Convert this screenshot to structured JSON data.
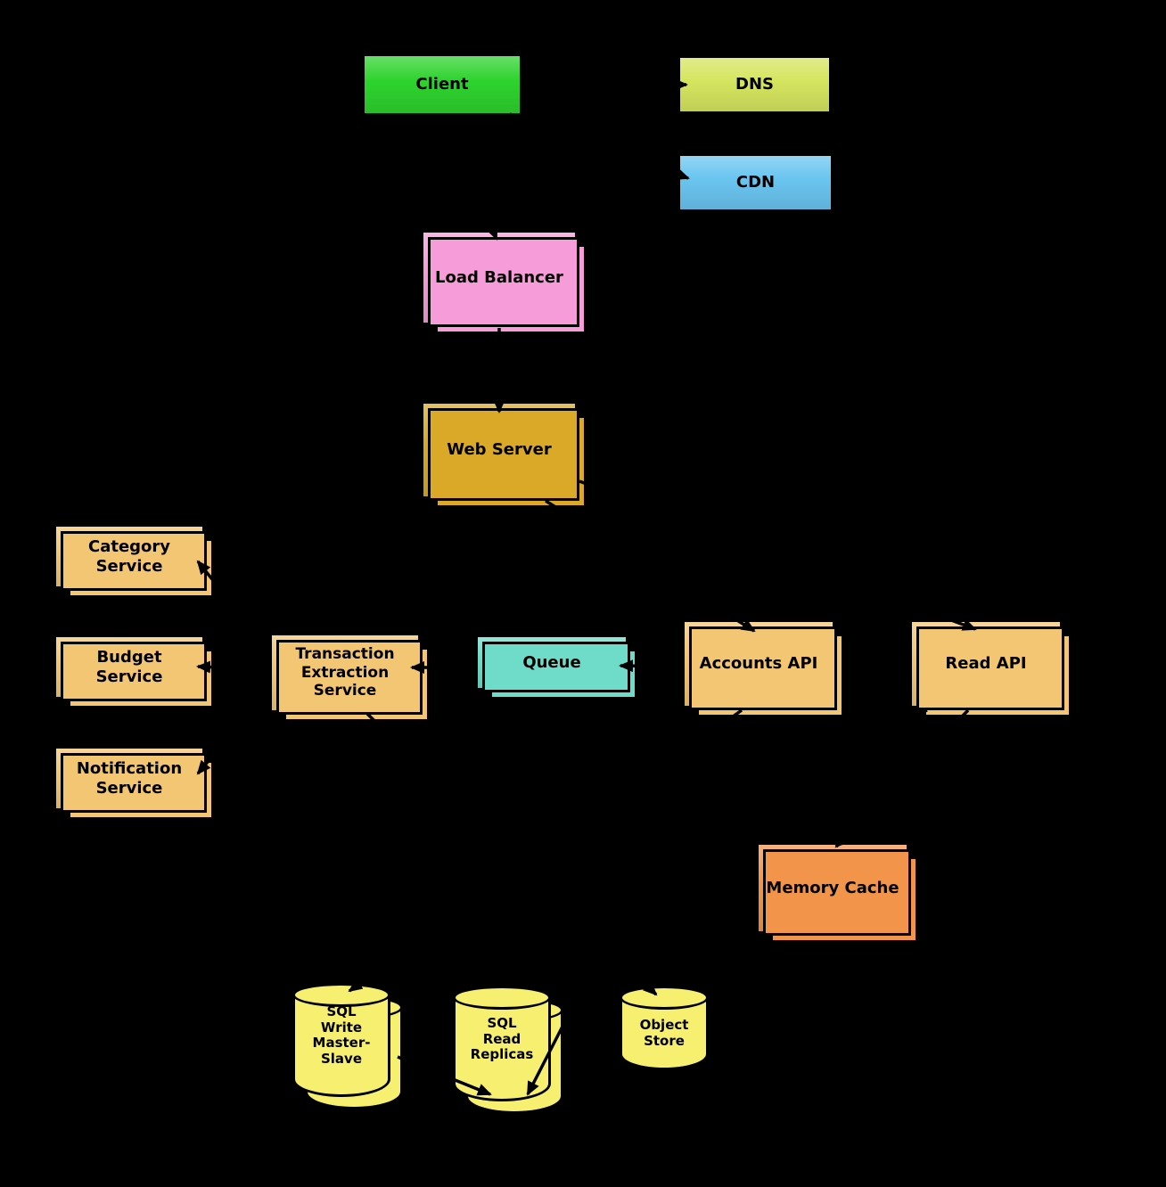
{
  "diagram": {
    "background_color": "#000000",
    "edge_color": "#000000",
    "nodes": [
      {
        "id": "client",
        "label": "Client",
        "color": "#2ed32e",
        "stacked": false
      },
      {
        "id": "dns",
        "label": "DNS",
        "color": "#d6e55f",
        "stacked": false
      },
      {
        "id": "cdn",
        "label": "CDN",
        "color": "#6ac5f0",
        "stacked": false
      },
      {
        "id": "load-balancer",
        "label": "Load Balancer",
        "color": "#f59cd9",
        "stacked": true
      },
      {
        "id": "web-server",
        "label": "Web Server",
        "color": "#d9a927",
        "stacked": true
      },
      {
        "id": "category-service",
        "label": "Category\nService",
        "color": "#f3c673",
        "stacked": true
      },
      {
        "id": "budget-service",
        "label": "Budget\nService",
        "color": "#f3c673",
        "stacked": true
      },
      {
        "id": "notification-service",
        "label": "Notification\nService",
        "color": "#f3c673",
        "stacked": true
      },
      {
        "id": "transaction-extraction-service",
        "label": "Transaction\nExtraction\nService",
        "color": "#f3c673",
        "stacked": true
      },
      {
        "id": "queue",
        "label": "Queue",
        "color": "#6fdcca",
        "stacked": true
      },
      {
        "id": "accounts-api",
        "label": "Accounts API",
        "color": "#f3c673",
        "stacked": true
      },
      {
        "id": "read-api",
        "label": "Read API",
        "color": "#f3c673",
        "stacked": true
      },
      {
        "id": "memory-cache",
        "label": "Memory Cache",
        "color": "#f2954a",
        "stacked": true
      }
    ],
    "cylinders": [
      {
        "id": "sql-write-master-slave",
        "label": "SQL\nWrite\nMaster-\nSlave",
        "color": "#f6ef70",
        "stacked": true
      },
      {
        "id": "sql-read-replicas",
        "label": "SQL\nRead\nReplicas",
        "color": "#f6ef70",
        "stacked": true
      },
      {
        "id": "object-store",
        "label": "Object\nStore",
        "color": "#f6ef70",
        "stacked": false
      }
    ],
    "edges": [
      {
        "from": "client",
        "to": "dns"
      },
      {
        "from": "client",
        "to": "cdn"
      },
      {
        "from": "client",
        "to": "load-balancer"
      },
      {
        "from": "load-balancer",
        "to": "web-server"
      },
      {
        "from": "web-server",
        "to": "accounts-api"
      },
      {
        "from": "web-server",
        "to": "read-api"
      },
      {
        "from": "accounts-api",
        "to": "queue"
      },
      {
        "from": "queue",
        "to": "transaction-extraction-service"
      },
      {
        "from": "transaction-extraction-service",
        "to": "category-service"
      },
      {
        "from": "transaction-extraction-service",
        "to": "budget-service"
      },
      {
        "from": "transaction-extraction-service",
        "to": "notification-service"
      },
      {
        "from": "transaction-extraction-service",
        "to": "object-store"
      },
      {
        "from": "accounts-api",
        "to": "sql-write-master-slave"
      },
      {
        "from": "read-api",
        "to": "memory-cache"
      },
      {
        "from": "read-api",
        "to": "sql-read-replicas"
      },
      {
        "from": "sql-write-master-slave",
        "to": "sql-read-replicas"
      }
    ]
  }
}
